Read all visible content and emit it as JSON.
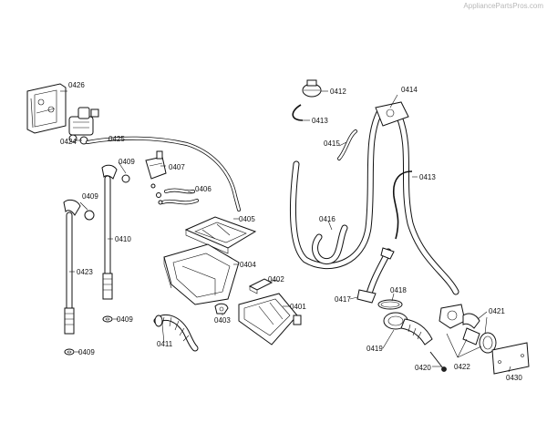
{
  "watermark": "AppliancePartsPros.com",
  "labels": {
    "p0426": "0426",
    "p0424": "0424",
    "p0425": "0425",
    "p0412": "0412",
    "p0414": "0414",
    "p0413a": "0413",
    "p0415": "0415",
    "p0413b": "0413",
    "p0409a": "0409",
    "p0407": "0407",
    "p0409b": "0409",
    "p0406": "0406",
    "p0405": "0405",
    "p0410": "0410",
    "p0416": "0416",
    "p0404": "0404",
    "p0423": "0423",
    "p0402": "0402",
    "p0401": "0401",
    "p0417": "0417",
    "p0418": "0418",
    "p0409c": "0409",
    "p0403": "0403",
    "p0411": "0411",
    "p0421": "0421",
    "p0409d": "0409",
    "p0419": "0419",
    "p0420": "0420",
    "p0422": "0422",
    "p0430": "0430"
  }
}
